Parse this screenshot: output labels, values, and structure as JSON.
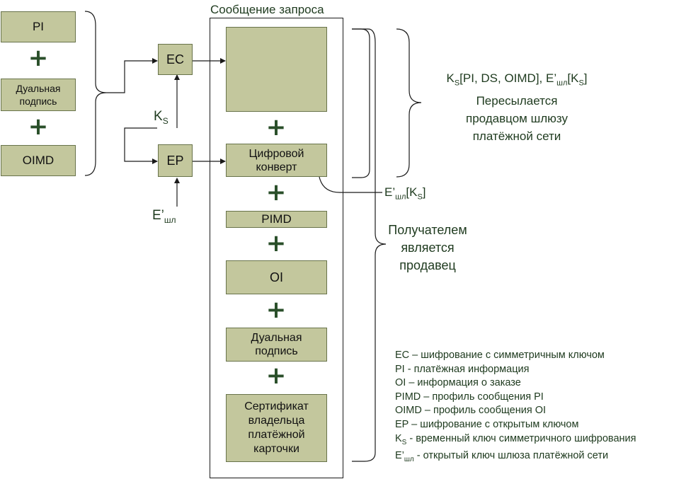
{
  "diagram": {
    "title": "Сообщение запроса",
    "left_blocks": {
      "pi": "PI",
      "dual_signature": [
        "Дуальная",
        "подпись"
      ],
      "oimd": "OIMD"
    },
    "ec_label": "EC",
    "ep_label": "EP",
    "ks_label": {
      "base": "K",
      "sub": "S"
    },
    "e_shl_label": {
      "base": "E’",
      "sub": "шл"
    },
    "message_blocks": {
      "digital_envelope": [
        "Цифровой",
        "конверт"
      ],
      "pimd": "PIMD",
      "oi": "OI",
      "dual_signature": [
        "Дуальная",
        "подпись"
      ],
      "certificate": [
        "Сертификат",
        "владельца",
        "платёжной",
        "карточки"
      ]
    },
    "plus_sign": "+",
    "right_top_note": {
      "line1": {
        "k": "K",
        "ks_sub": "S",
        "mid": "[PI, DS, OIMD], E’",
        "shl_sub": "шл",
        "tail1": "[K",
        "ks_sub2": "S",
        "tail2": "]"
      },
      "line2": "Пересылается",
      "line3": "продавцом шлюзу",
      "line4": "платёжной сети"
    },
    "envelope_key_note": {
      "base": "E’",
      "sub": "шл",
      "bracket_open": "[K",
      "ks_sub": "S",
      "bracket_close": "]"
    },
    "recipient_note": [
      "Получателем",
      "является",
      "продавец"
    ],
    "legend": [
      {
        "text": "EC – шифрование с симметричным ключом"
      },
      {
        "text": "PI - платёжная информация"
      },
      {
        "text": "OI – информация о заказе"
      },
      {
        "text": "PIMD – профиль сообщения PI"
      },
      {
        "text": "OIMD – профиль сообщения OI"
      },
      {
        "text": "EP – шифрование с открытым ключом"
      },
      {
        "base": "K",
        "sub": "S",
        "text": " - временный ключ симметричного шифрования"
      },
      {
        "base": "E’",
        "sub": "шл",
        "text": " - открытый ключ шлюза платёжной сети"
      }
    ],
    "colors": {
      "box_fill": "#c3c79d",
      "box_border": "#68734a",
      "text": "#1e3a1e",
      "plus": "#2a4f2a",
      "lines": "#1a1a1a"
    }
  }
}
